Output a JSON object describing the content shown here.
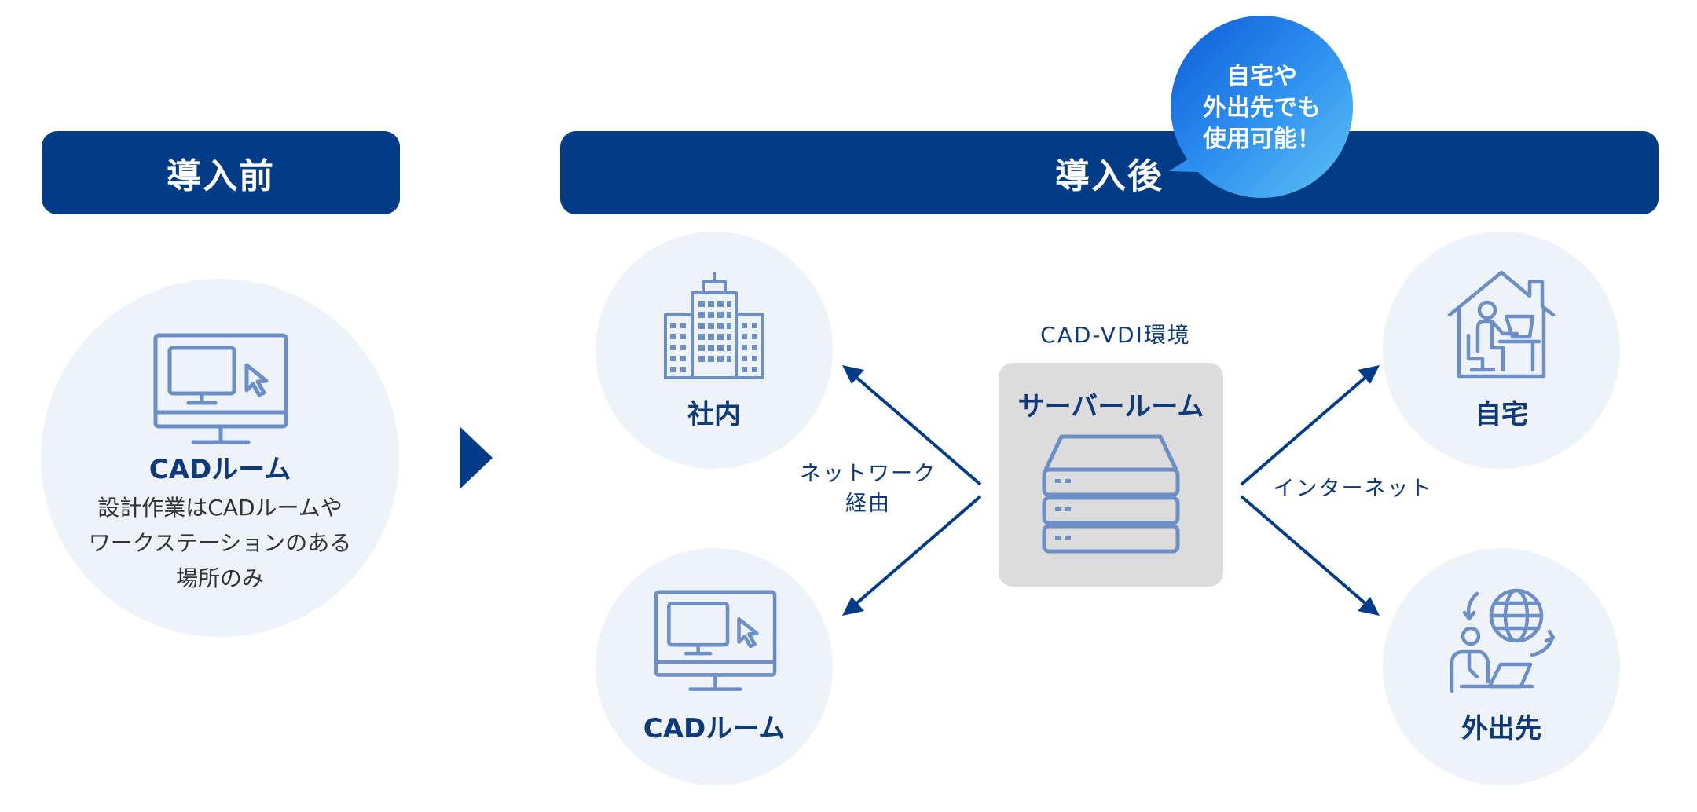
{
  "before": {
    "header": "導入前",
    "node_label": "CADルーム",
    "description_lines": [
      "設計作業はCADルームや",
      "ワークステーションのある",
      "場所のみ"
    ]
  },
  "after": {
    "header": "導入後",
    "bubble_lines": [
      "自宅や",
      "外出先でも",
      "使用可能！"
    ]
  },
  "center": {
    "env_label": "CAD-VDI環境",
    "server_room_label": "サーバールーム"
  },
  "nodes": {
    "office": "社内",
    "cad_room": "CADルーム",
    "home": "自宅",
    "outside": "外出先"
  },
  "connections": {
    "network_lines": [
      "ネットワーク",
      "経由"
    ],
    "internet": "インターネット"
  },
  "colors": {
    "navy": "#023c86",
    "icon_blue": "#6c8fc7",
    "circle_bg": "#eef3f9",
    "server_bg": "#dcdcdc"
  }
}
